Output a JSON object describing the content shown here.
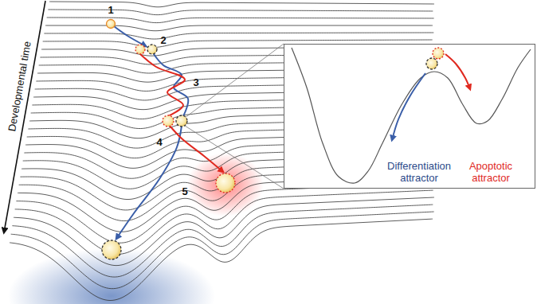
{
  "diagram": {
    "nodes": [
      {
        "text": [
          "Differentiation attractor",
          "Apoptotic attractor"
        ]
      }
    ],
    "labels": [
      "Developmental time",
      "1",
      "2",
      "3",
      "4",
      "5"
    ]
  }
}
